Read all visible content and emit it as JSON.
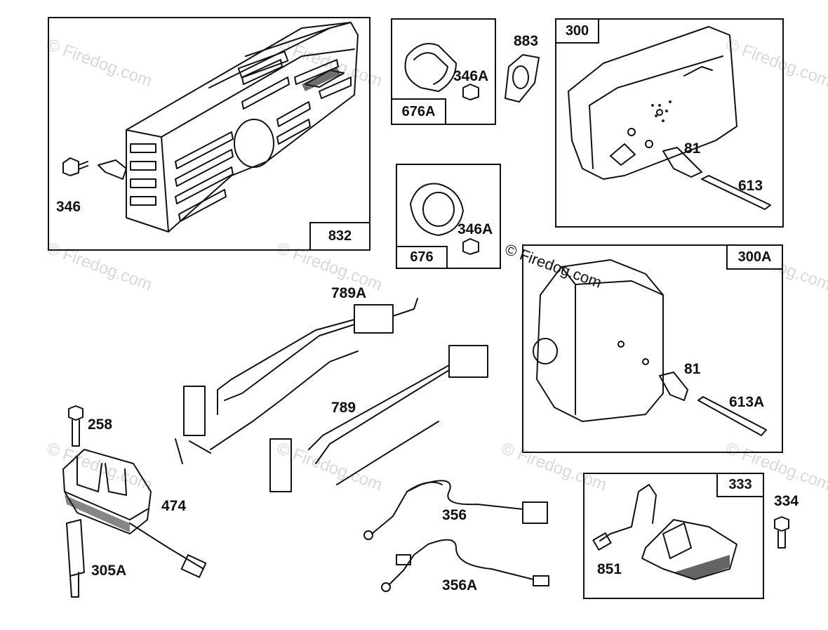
{
  "watermark": "© Firedog.com",
  "copyright": "© Firedog.com",
  "boxes": {
    "b832": "832",
    "b676A": "676A",
    "b676": "676",
    "b300": "300",
    "b300A": "300A",
    "b333": "333"
  },
  "labels": {
    "l346": "346",
    "l346A_top": "346A",
    "l883": "883",
    "l346A_mid": "346A",
    "l81_top": "81",
    "l613": "613",
    "l789A": "789A",
    "l789": "789",
    "l81_mid": "81",
    "l613A": "613A",
    "l258": "258",
    "l474": "474",
    "l305A": "305A",
    "l356": "356",
    "l356A": "356A",
    "l334": "334",
    "l851": "851"
  }
}
